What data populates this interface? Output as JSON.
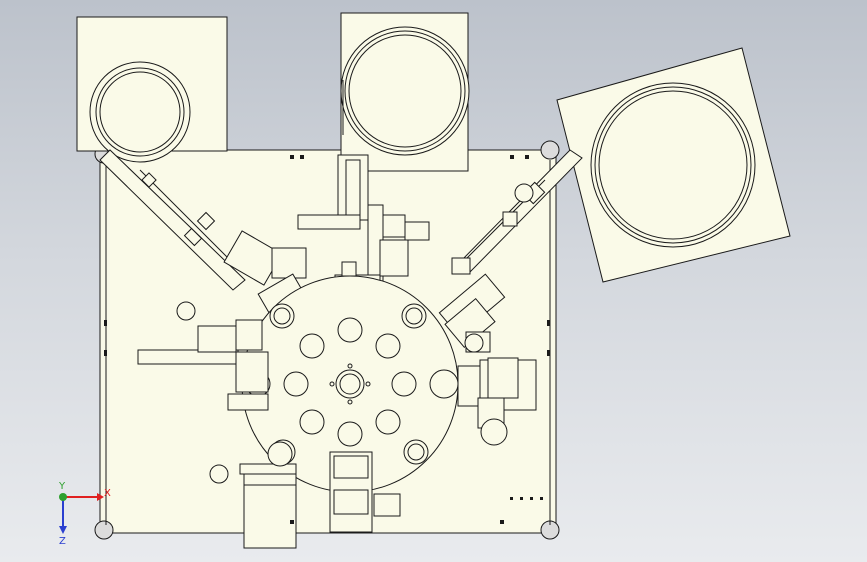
{
  "colors": {
    "background_top": "#bcc2cb",
    "background_bottom": "#e9ebee",
    "part_fill": "#fafae8",
    "line": "#1a1a1a",
    "axis_x": "#e02020",
    "axis_y": "#2ea02e",
    "axis_z": "#2a3fd0"
  },
  "triad": {
    "x_label": "X",
    "y_label": "Y",
    "z_label": "Z"
  },
  "parts": {
    "feeder_bowls": [
      "left-feeder-bowl",
      "center-feeder-bowl",
      "right-feeder-bowl"
    ],
    "rotary_table_stations": 8,
    "motor": "drive-motor"
  }
}
